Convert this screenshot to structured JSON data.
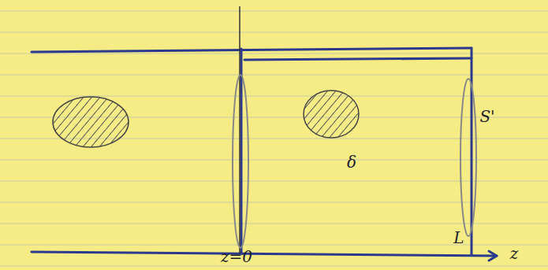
{
  "diagram": {
    "labels": [
      "δ",
      "S'",
      "L",
      "z",
      "z=0"
    ]
  }
}
